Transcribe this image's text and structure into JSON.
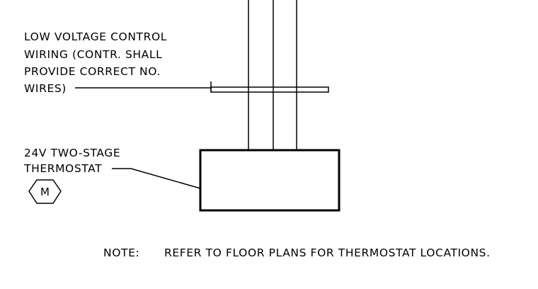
{
  "wiring_note": {
    "lines": [
      "LOW VOLTAGE CONTROL",
      "WIRING (CONTR. SHALL",
      "PROVIDE CORRECT NO.",
      "WIRES)"
    ]
  },
  "thermostat": {
    "lines": [
      "24V TWO-STAGE",
      "THERMOSTAT"
    ],
    "symbol_letter": "M"
  },
  "footer_note": {
    "label": "NOTE:",
    "text": "REFER TO FLOOR PLANS FOR THERMOSTAT LOCATIONS."
  }
}
